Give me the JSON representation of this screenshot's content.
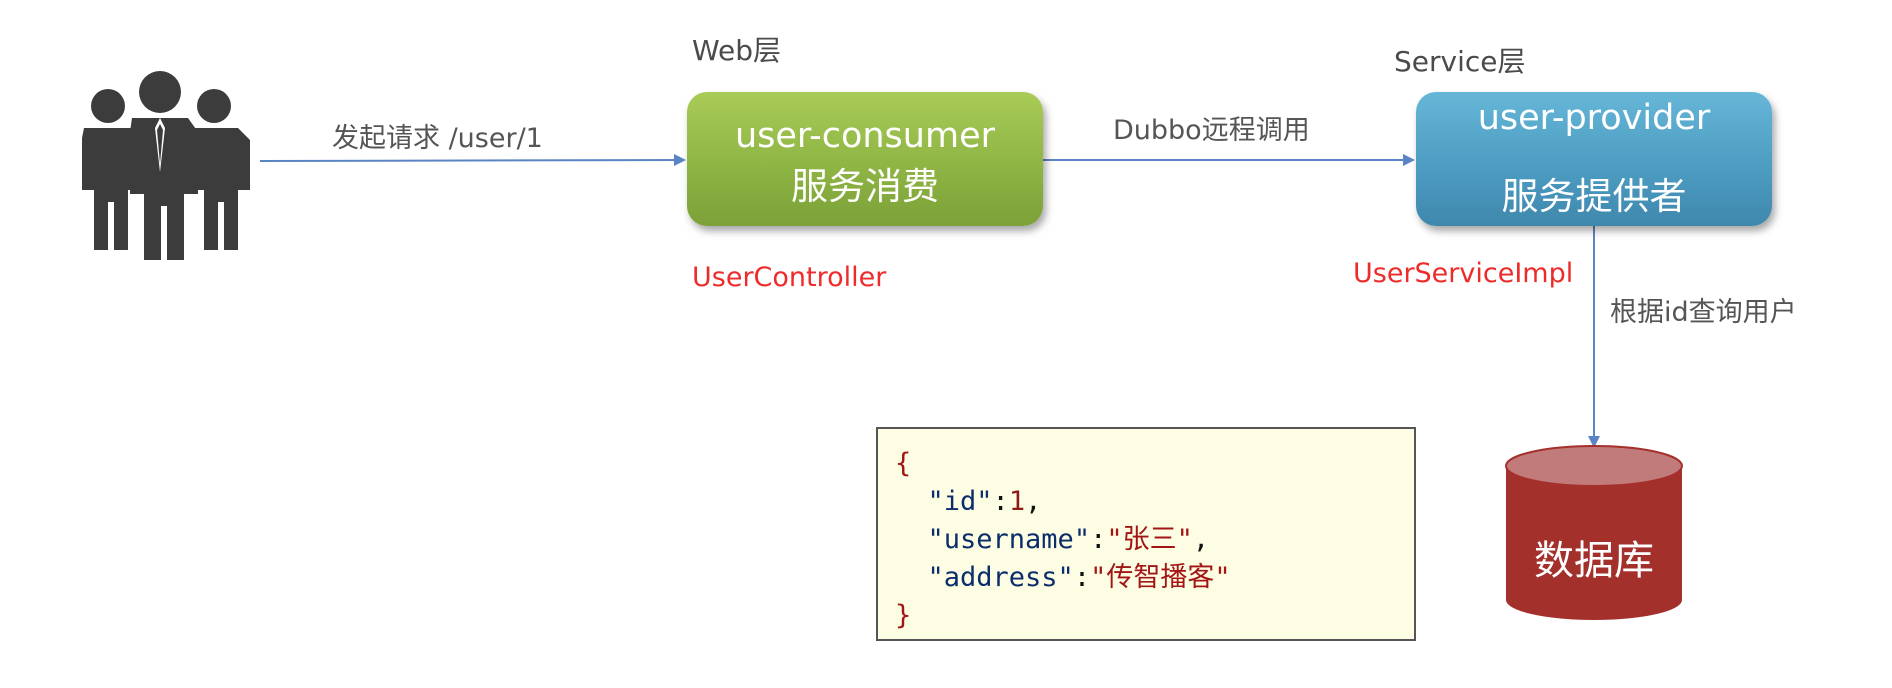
{
  "labels": {
    "web_layer": "Web层",
    "service_layer": "Service层",
    "request": "发起请求 /user/1",
    "dubbo_call": "Dubbo远程调用",
    "query": "根据id查询用户"
  },
  "consumer": {
    "title": "user-consumer",
    "subtitle": "服务消费",
    "class_name": "UserController",
    "color": "#8fb545"
  },
  "provider": {
    "title": "user-provider",
    "subtitle": "服务提供者",
    "class_name": "UserServiceImpl",
    "color": "#4d9dc3"
  },
  "response_json": {
    "open": "{",
    "close": "}",
    "fields": [
      {
        "key": "\"id\"",
        "value": "1",
        "suffix": ","
      },
      {
        "key": "\"username\"",
        "value": "\"张三\"",
        "suffix": ","
      },
      {
        "key": "\"address\"",
        "value": "\"传智播客\"",
        "suffix": ""
      }
    ]
  },
  "database": {
    "label": "数据库",
    "color": "#a4302c"
  },
  "icons": {
    "users": "users-group-icon"
  },
  "colors": {
    "arrow": "#5b84c4",
    "class_label": "#ee2b2b",
    "json_background": "#fdfde3"
  }
}
